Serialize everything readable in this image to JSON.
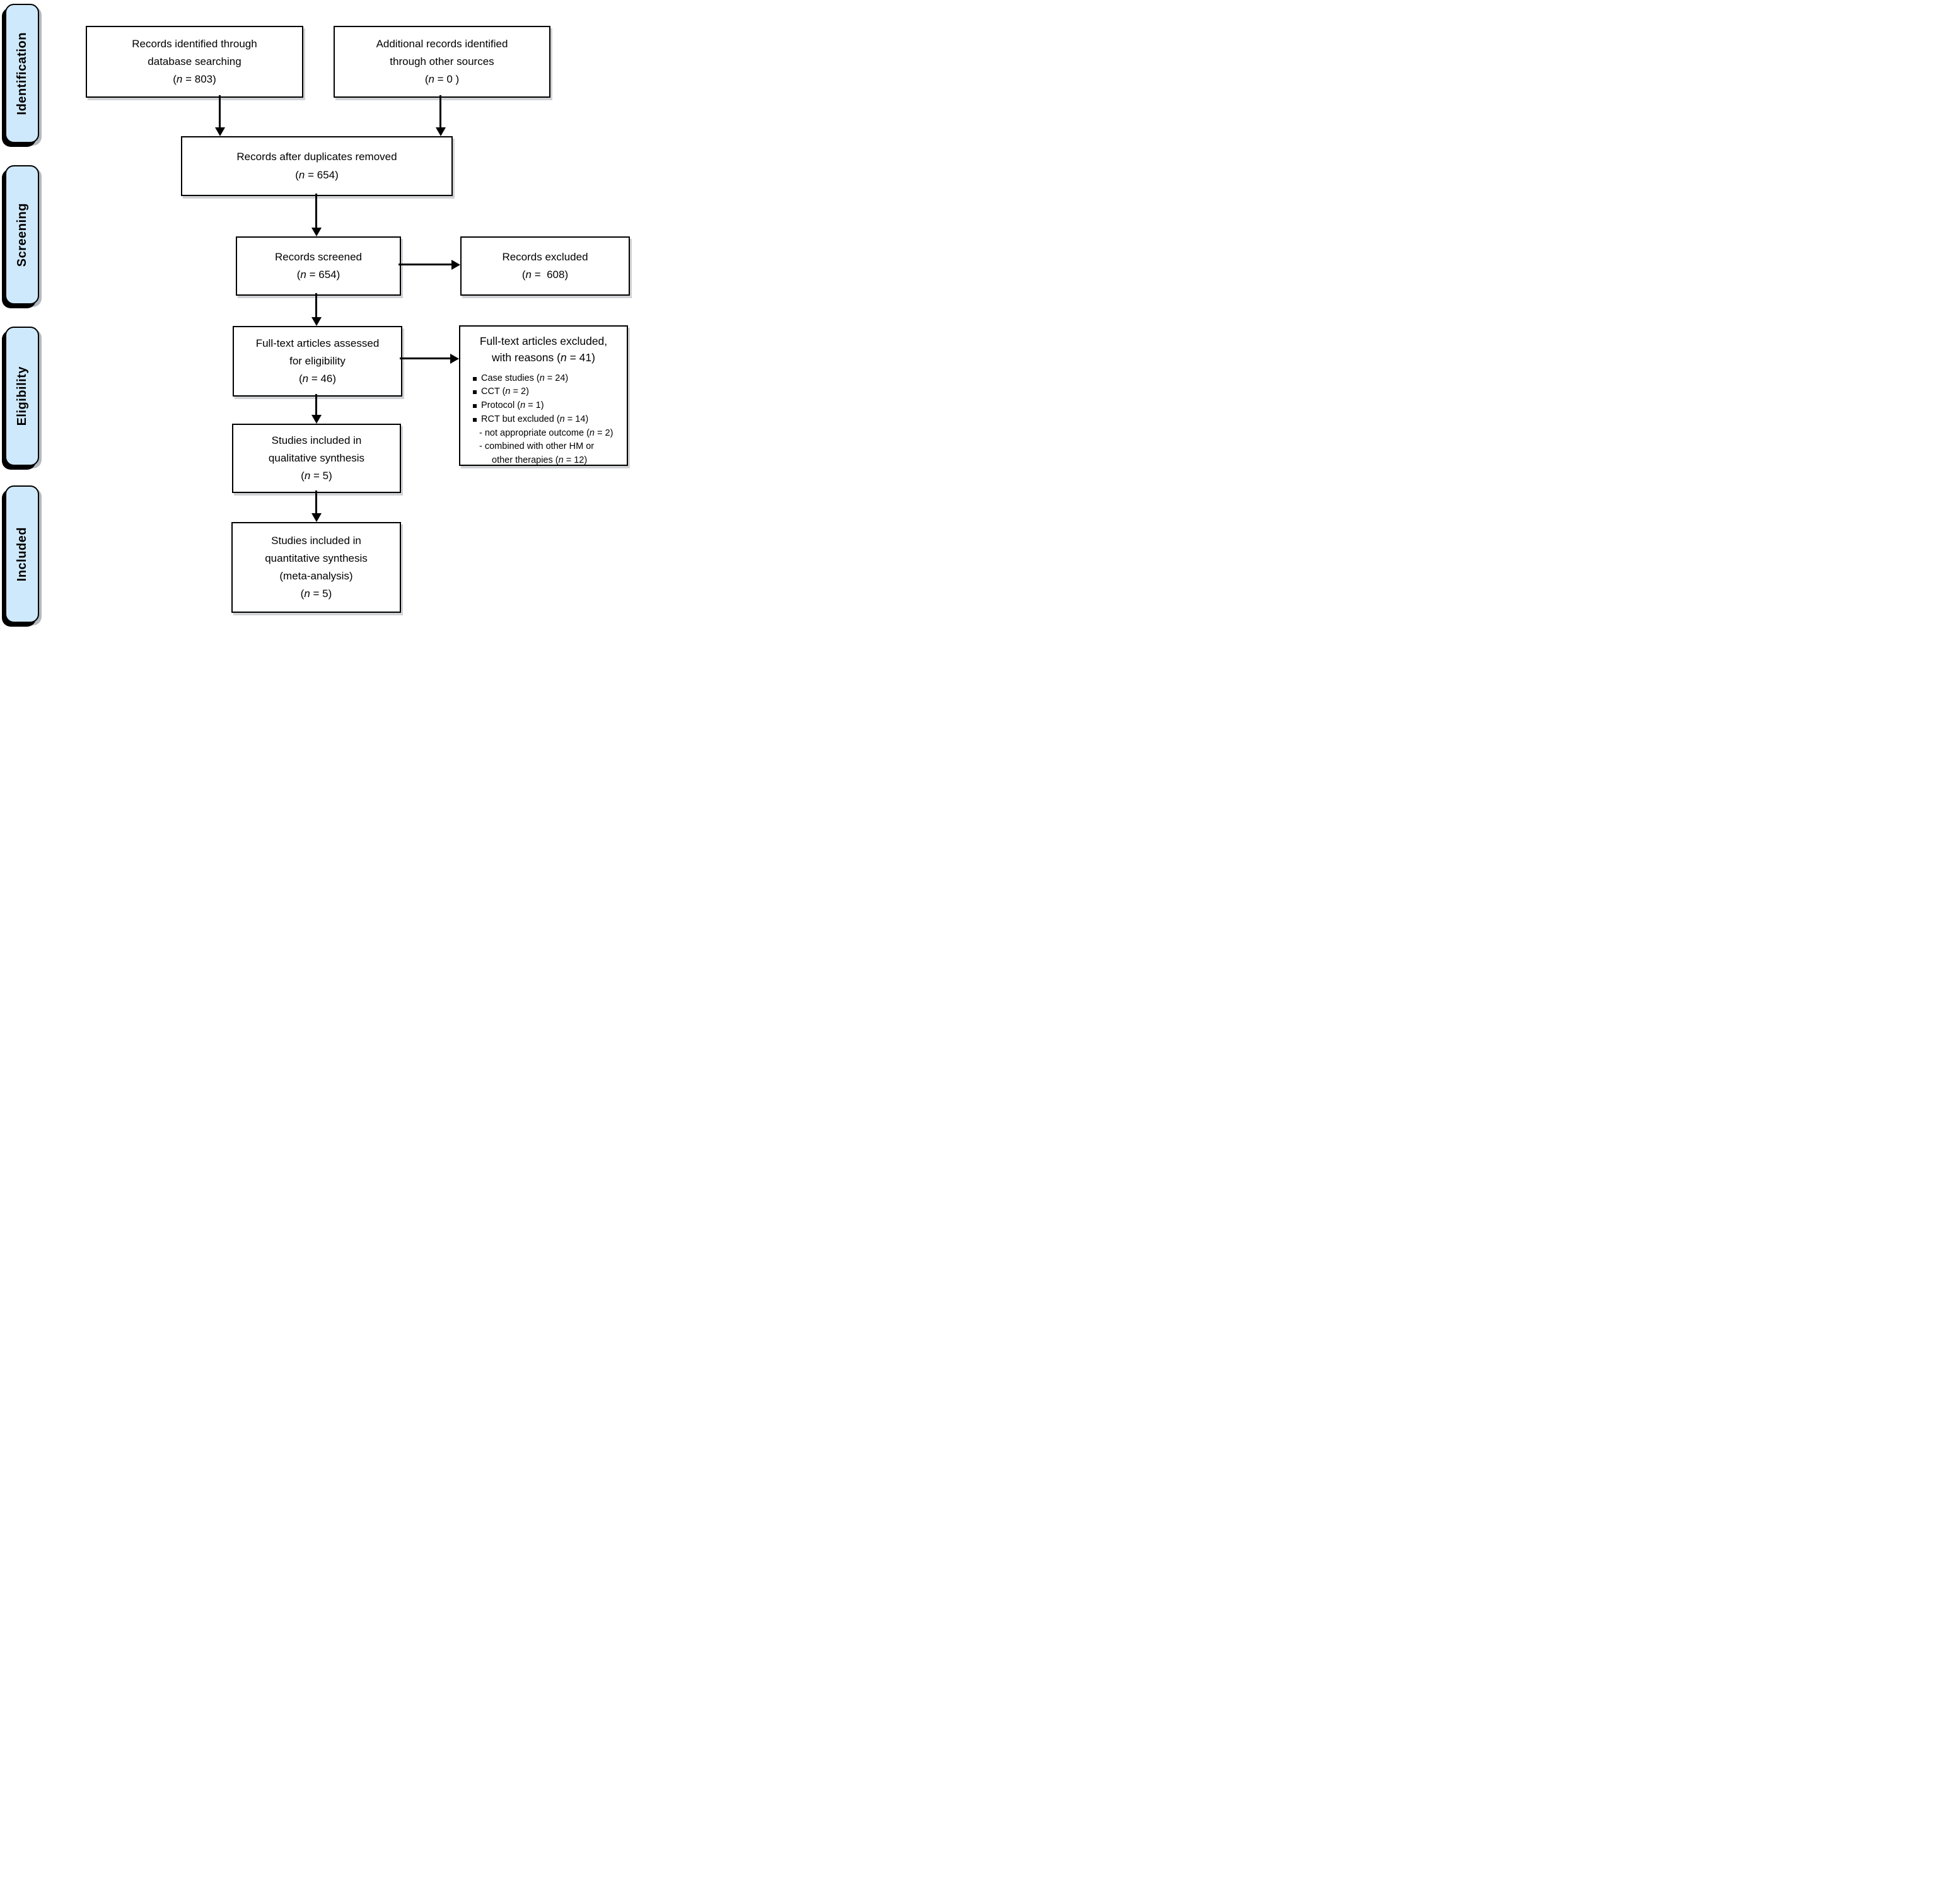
{
  "diagram": {
    "type": "PRISMA flow diagram",
    "stage_fill_color": "#cfe9fc",
    "line_color": "#000000",
    "stages": [
      {
        "label": "Identification"
      },
      {
        "label": "Screening"
      },
      {
        "label": "Eligibility"
      },
      {
        "label": "Included"
      }
    ],
    "boxes": {
      "records_identified": {
        "line1": "Records identified through",
        "line2": "database searching",
        "n": "(n = 803)"
      },
      "additional_records": {
        "line1": "Additional records identified",
        "line2": "through other sources",
        "n": "(n = 0 )"
      },
      "after_duplicates": {
        "line1": "Records after duplicates removed",
        "n": "(n = 654)"
      },
      "records_screened": {
        "line1": "Records screened",
        "n": "(n = 654)"
      },
      "records_excluded": {
        "line1": "Records excluded",
        "n": "(n =  608)"
      },
      "fulltext_assessed": {
        "line1": "Full-text articles assessed",
        "line2": "for eligibility",
        "n": "(n = 46)"
      },
      "fulltext_excluded": {
        "title_line1": "Full-text articles excluded,",
        "title_line2": "with reasons (n = 41)",
        "bullets": [
          "Case studies (n = 24)",
          "CCT (n = 2)",
          "Protocol (n = 1)",
          "RCT but excluded (n = 14)"
        ],
        "dash_line1": "- not appropriate outcome (n = 2)",
        "dash_line2": "- combined with other HM or",
        "dash_line3": "other therapies (n = 12)"
      },
      "qualitative": {
        "line1": "Studies included in",
        "line2": "qualitative synthesis",
        "n": "(n = 5)"
      },
      "quantitative": {
        "line1": "Studies included in",
        "line2": "quantitative synthesis",
        "line3": "(meta-analysis)",
        "n": "(n = 5)"
      }
    }
  }
}
